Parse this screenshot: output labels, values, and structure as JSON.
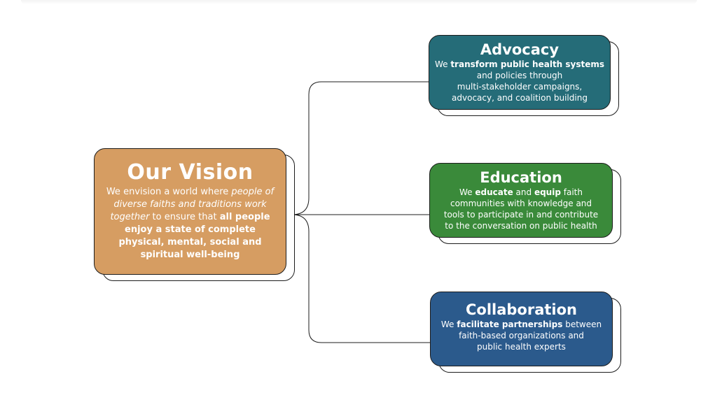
{
  "vision": {
    "title": "Our Vision",
    "body": [
      {
        "text": "We envision a world where ",
        "style": "normal"
      },
      {
        "text": "people of diverse faiths and traditions work together",
        "style": "italic"
      },
      {
        "text": " to ensure that ",
        "style": "normal"
      },
      {
        "text": "all people enjoy a state of complete physical, mental, social and spiritual well-being",
        "style": "bold"
      }
    ],
    "color": "#d69d62"
  },
  "branches": [
    {
      "key": "advocacy",
      "title": "Advocacy",
      "color": "#256c78",
      "lines": [
        [
          {
            "text": "We ",
            "style": "normal"
          },
          {
            "text": "transform public health systems",
            "style": "bold"
          }
        ],
        [
          {
            "text": "and policies through",
            "style": "normal"
          }
        ],
        [
          {
            "text": "multi-stakeholder campaigns,",
            "style": "normal"
          }
        ],
        [
          {
            "text": "advocacy, and coalition building",
            "style": "normal"
          }
        ]
      ]
    },
    {
      "key": "education",
      "title": "Education",
      "color": "#3a8a3a",
      "lines": [
        [
          {
            "text": "We ",
            "style": "normal"
          },
          {
            "text": "educate",
            "style": "bold"
          },
          {
            "text": " and ",
            "style": "normal"
          },
          {
            "text": "equip",
            "style": "bold"
          },
          {
            "text": " faith",
            "style": "normal"
          }
        ],
        [
          {
            "text": "communities with knowledge and",
            "style": "normal"
          }
        ],
        [
          {
            "text": "tools to participate in and contribute",
            "style": "normal"
          }
        ],
        [
          {
            "text": "to the conversation on public health",
            "style": "normal"
          }
        ]
      ]
    },
    {
      "key": "collaboration",
      "title": "Collaboration",
      "color": "#2b5a8c",
      "lines": [
        [
          {
            "text": "We ",
            "style": "normal"
          },
          {
            "text": "facilitate partnerships",
            "style": "bold"
          },
          {
            "text": " between",
            "style": "normal"
          }
        ],
        [
          {
            "text": "faith-based organizations and",
            "style": "normal"
          }
        ],
        [
          {
            "text": "public health experts",
            "style": "normal"
          }
        ]
      ]
    }
  ],
  "connector_color": "#1c1c1c"
}
